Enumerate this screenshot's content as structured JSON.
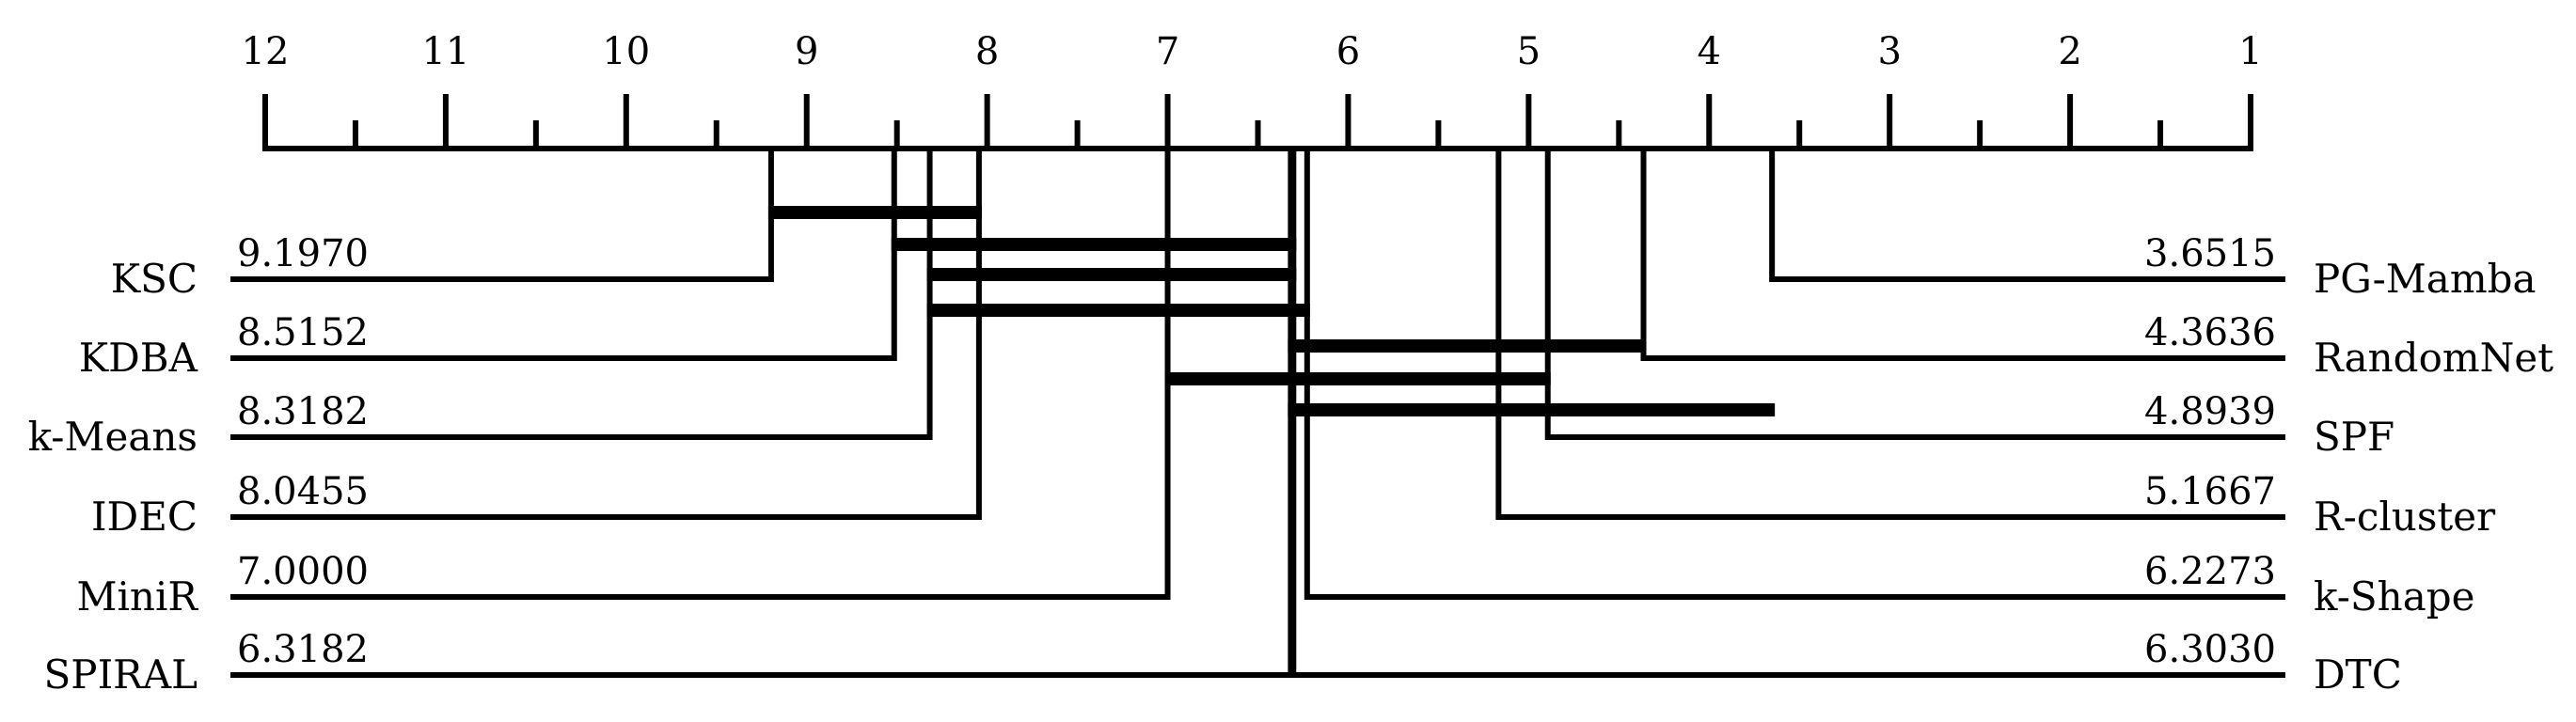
{
  "chart_data": {
    "type": "critical-difference-diagram",
    "axis": {
      "ticks": [
        "12",
        "11",
        "10",
        "9",
        "8",
        "7",
        "6",
        "5",
        "4",
        "3",
        "2",
        "1"
      ],
      "range": [
        12,
        1
      ],
      "reversed": true
    },
    "methods_left": [
      {
        "name": "KSC",
        "rank": 9.197,
        "label": "9.1970"
      },
      {
        "name": "KDBA",
        "rank": 8.5152,
        "label": "8.5152"
      },
      {
        "name": "k-Means",
        "rank": 8.3182,
        "label": "8.3182"
      },
      {
        "name": "IDEC",
        "rank": 8.0455,
        "label": "8.0455"
      },
      {
        "name": "MiniR",
        "rank": 7.0,
        "label": "7.0000"
      },
      {
        "name": "SPIRAL",
        "rank": 6.3182,
        "label": "6.3182"
      }
    ],
    "methods_right": [
      {
        "name": "PG-Mamba",
        "rank": 3.6515,
        "label": "3.6515"
      },
      {
        "name": "RandomNet",
        "rank": 4.3636,
        "label": "4.3636"
      },
      {
        "name": "SPF",
        "rank": 4.8939,
        "label": "4.8939"
      },
      {
        "name": "R-cluster",
        "rank": 5.1667,
        "label": "5.1667"
      },
      {
        "name": "k-Shape",
        "rank": 6.2273,
        "label": "6.2273"
      },
      {
        "name": "DTC",
        "rank": 6.303,
        "label": "6.3030"
      }
    ],
    "cliques": [
      {
        "from": 9.197,
        "to": 8.0455
      },
      {
        "from": 8.5152,
        "to": 6.303
      },
      {
        "from": 8.3182,
        "to": 6.303
      },
      {
        "from": 8.3182,
        "to": 6.2273
      },
      {
        "from": 7.0,
        "to": 4.8939
      },
      {
        "from": 6.3182,
        "to": 3.6515
      },
      {
        "from": 6.3182,
        "to": 4.3636
      }
    ]
  }
}
